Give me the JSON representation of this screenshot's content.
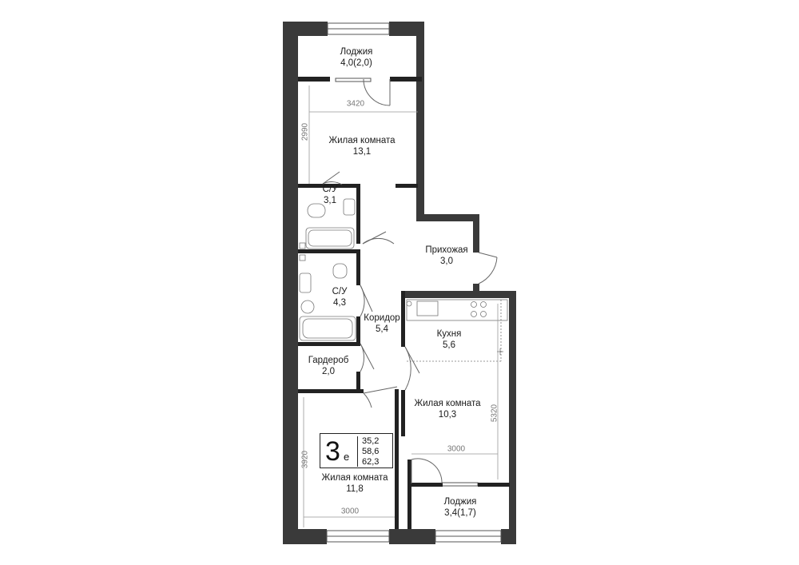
{
  "rooms": [
    {
      "id": "loggia-top",
      "name": "Лоджия",
      "area": "4,0(2,0)"
    },
    {
      "id": "living-1",
      "name": "Жилая комната",
      "area": "13,1"
    },
    {
      "id": "bath-1",
      "name": "С/У",
      "area": "3,1"
    },
    {
      "id": "hallway",
      "name": "Прихожая",
      "area": "3,0"
    },
    {
      "id": "bath-2",
      "name": "С/У",
      "area": "4,3"
    },
    {
      "id": "corridor",
      "name": "Коридор",
      "area": "5,4"
    },
    {
      "id": "kitchen",
      "name": "Кухня",
      "area": "5,6"
    },
    {
      "id": "wardrobe",
      "name": "Гардероб",
      "area": "2,0"
    },
    {
      "id": "living-2",
      "name": "Жилая комната",
      "area": "10,3"
    },
    {
      "id": "living-3",
      "name": "Жилая комната",
      "area": "11,8"
    },
    {
      "id": "loggia-bottom",
      "name": "Лоджия",
      "area": "3,4(1,7)"
    }
  ],
  "dimensions": {
    "top_width": "3420",
    "top_depth": "2990",
    "right_depth": "5320",
    "right_width": "3000",
    "bottom_depth": "3920",
    "bottom_width": "3000"
  },
  "badge": {
    "rooms": "3",
    "suffix": "е",
    "areas": [
      "35,2",
      "58,6",
      "62,3"
    ]
  },
  "colors": {
    "wall": "#3a3a3a",
    "line": "#555555",
    "dim": "#999999"
  }
}
